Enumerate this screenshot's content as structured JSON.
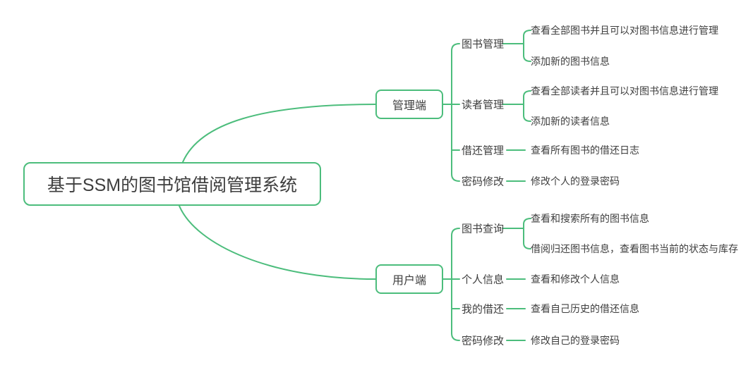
{
  "root": {
    "label": "基于SSM的图书馆借阅管理系统"
  },
  "colors": {
    "line": "#4cbd7c",
    "text": "#3e3e3e"
  },
  "branches": [
    {
      "label": "管理端",
      "children": [
        {
          "label": "图书管理",
          "leaves": [
            "查看全部图书并且可以对图书信息进行管理",
            "添加新的图书信息"
          ]
        },
        {
          "label": "读者管理",
          "leaves": [
            "查看全部读者并且可以对图书信息进行管理",
            "添加新的读者信息"
          ]
        },
        {
          "label": "借还管理",
          "leaves": [
            "查看所有图书的借还日志"
          ]
        },
        {
          "label": "密码修改",
          "leaves": [
            "修改个人的登录密码"
          ]
        }
      ]
    },
    {
      "label": "用户端",
      "children": [
        {
          "label": "图书查询",
          "leaves": [
            "查看和搜索所有的图书信息",
            "借阅归还图书信息，查看图书当前的状态与库存"
          ]
        },
        {
          "label": "个人信息",
          "leaves": [
            "查看和修改个人信息"
          ]
        },
        {
          "label": "我的借还",
          "leaves": [
            "查看自己历史的借还信息"
          ]
        },
        {
          "label": "密码修改",
          "leaves": [
            "修改自己的登录密码"
          ]
        }
      ]
    }
  ]
}
